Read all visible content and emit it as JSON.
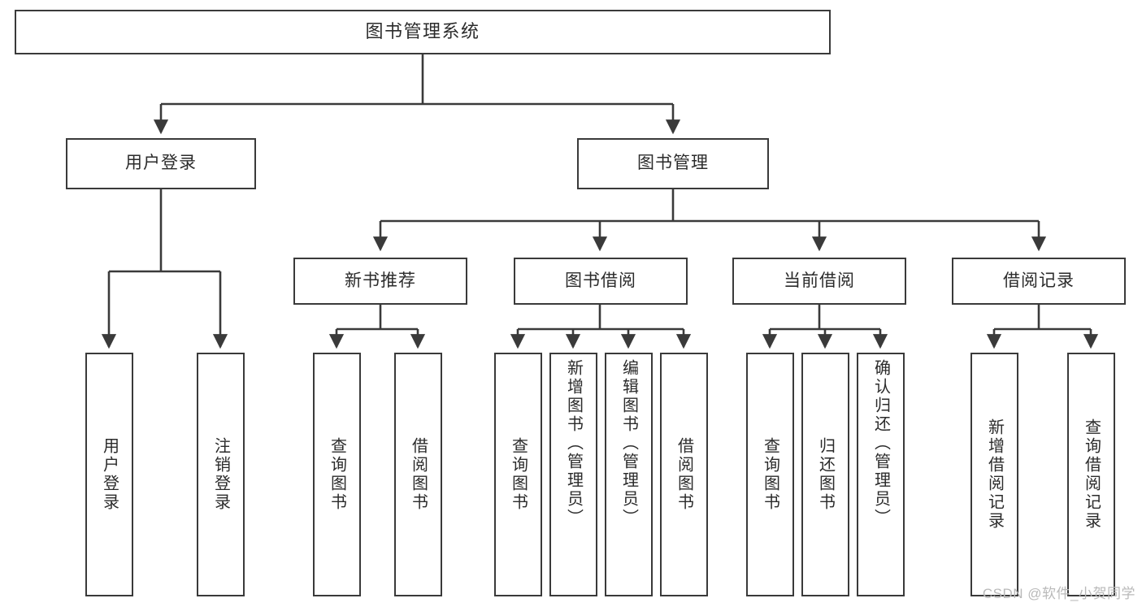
{
  "diagram": {
    "title": "图书管理系统",
    "type": "tree",
    "watermark": "CSDN @软件_小贺同学",
    "colors": {
      "box_border": "#3a3a3a",
      "box_fill": "#ffffff",
      "connector": "#3a3a3a",
      "text": "#2b2b2b",
      "watermark": "#b9b9b9",
      "background": "#ffffff"
    },
    "root": {
      "label": "图书管理系统"
    },
    "level2": [
      {
        "label": "用户登录"
      },
      {
        "label": "图书管理"
      }
    ],
    "level3": [
      {
        "label": "新书推荐"
      },
      {
        "label": "图书借阅"
      },
      {
        "label": "当前借阅"
      },
      {
        "label": "借阅记录"
      }
    ],
    "leaves": {
      "user_login": [
        {
          "label": "用户登录"
        },
        {
          "label": "注销登录"
        }
      ],
      "new_book_recommend": [
        {
          "label": "查询图书"
        },
        {
          "label": "借阅图书"
        }
      ],
      "book_borrow": [
        {
          "label": "查询图书"
        },
        {
          "label": "新增图书（管理员）"
        },
        {
          "label": "编辑图书（管理员）"
        },
        {
          "label": "借阅图书"
        }
      ],
      "current_borrow": [
        {
          "label": "查询图书"
        },
        {
          "label": "归还图书"
        },
        {
          "label": "确认归还（管理员）"
        }
      ],
      "borrow_record": [
        {
          "label": "新增借阅记录"
        },
        {
          "label": "查询借阅记录"
        }
      ]
    }
  }
}
